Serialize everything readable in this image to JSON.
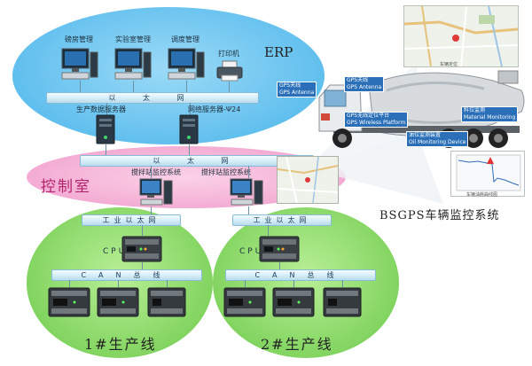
{
  "erp": {
    "label": "ERP",
    "workstations": [
      "磅房管理",
      "实验室管理",
      "调度管理"
    ],
    "printer": "打印机",
    "bus_label": "以 太 网",
    "servers": [
      "生产数据服务器",
      "网络服务器-Ψ24"
    ]
  },
  "control_room": {
    "label": "控制室",
    "bus_label": "以 太 网",
    "stations": [
      "搅拌站监控系统",
      "搅拌站监控系统"
    ]
  },
  "lines": [
    {
      "label": "1#生产线",
      "ind_bus": "工业以太网",
      "cpu": "CPU",
      "can_bus": "CAN总线"
    },
    {
      "label": "2#生产线",
      "ind_bus": "工业以太网",
      "cpu": "CPU",
      "can_bus": "CAN总线"
    }
  ],
  "gps": {
    "title": "BSGPS车辆监控系统",
    "callouts": [
      {
        "cn": "GPS天线",
        "en": "GPS Antenna"
      },
      {
        "cn": "GPS天线",
        "en": "GPS Antenna"
      },
      {
        "cn": "GPS无线定位平台",
        "en": "GPS Wireless Platform"
      },
      {
        "cn": "料位监测",
        "en": "Material Monitoring"
      },
      {
        "cn": "油位监测装置",
        "en": "Oil Monitoring Device"
      }
    ],
    "map_caption": "车辆定位",
    "chart_caption": "车辆油耗曲线图"
  },
  "colors": {
    "erp": "#5fc0ef",
    "control": "#f5b8d8",
    "line": "#7fd45a"
  }
}
